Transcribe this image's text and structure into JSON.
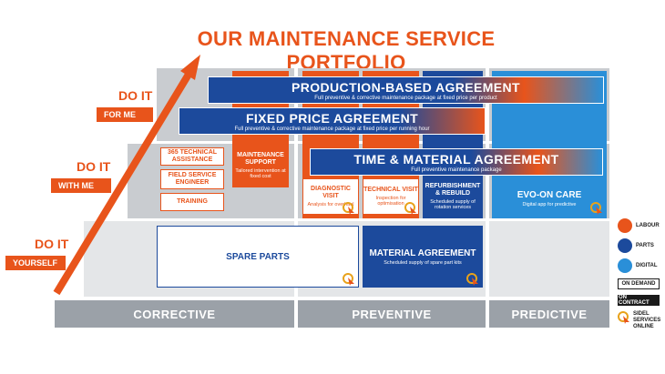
{
  "title": "OUR MAINTENANCE SERVICE PORTFOLIO",
  "rows": {
    "for_me": {
      "do_it": "DO IT",
      "pill": "FOR ME"
    },
    "with_me": {
      "do_it": "DO IT",
      "pill": "WITH ME"
    },
    "yourself": {
      "do_it": "DO IT",
      "pill": "YOURSELF"
    }
  },
  "columns": {
    "corrective": "CORRECTIVE",
    "preventive": "PREVENTIVE",
    "predictive": "PREDICTIVE"
  },
  "banners": {
    "production": {
      "title": "PRODUCTION-BASED AGREEMENT",
      "subtitle": "Full preventive & corrective maintenance package at fixed price per product"
    },
    "fixed": {
      "title": "FIXED PRICE AGREEMENT",
      "subtitle": "Full preventive & corrective maintenance package at fixed price per running hour"
    },
    "tm": {
      "title": "TIME & MATERIAL AGREEMENT",
      "subtitle": "Full preventive maintenance package"
    }
  },
  "boxes": {
    "assistance": "365 TECHNICAL ASSISTANCE",
    "field": "FIELD SERVICE ENGINEER",
    "training": "TRAINING",
    "support_title": "MAINTENANCE SUPPORT",
    "support_sub": "Tailored intervention at fixed cost",
    "diag_title": "DIAGNOSTIC VISIT",
    "diag_sub": "Analysis for overhaul",
    "tech_title": "TECHNICAL VISIT",
    "tech_sub": "Inspection for optimisation",
    "refurb_title": "REFURBISHMENT & REBUILD",
    "refurb_sub": "Scheduled supply of rotation services",
    "evo_title": "EVO-ON CARE",
    "evo_sub": "Digital app for predictive",
    "spare": "SPARE PARTS",
    "material_title": "MATERIAL AGREEMENT",
    "material_sub": "Scheduled supply of spare part kits"
  },
  "legend": {
    "labour": "LABOUR",
    "parts": "PARTS",
    "digital": "DIGITAL",
    "on_demand": "ON DEMAND",
    "on_contract": "ON CONTRACT",
    "sidel": "SIDEL SERVICES ONLINE"
  },
  "colors": {
    "orange": "#e8541b",
    "navy": "#1c4a9c",
    "light_blue": "#2a8fd8",
    "grey": "#9ba1a8"
  }
}
